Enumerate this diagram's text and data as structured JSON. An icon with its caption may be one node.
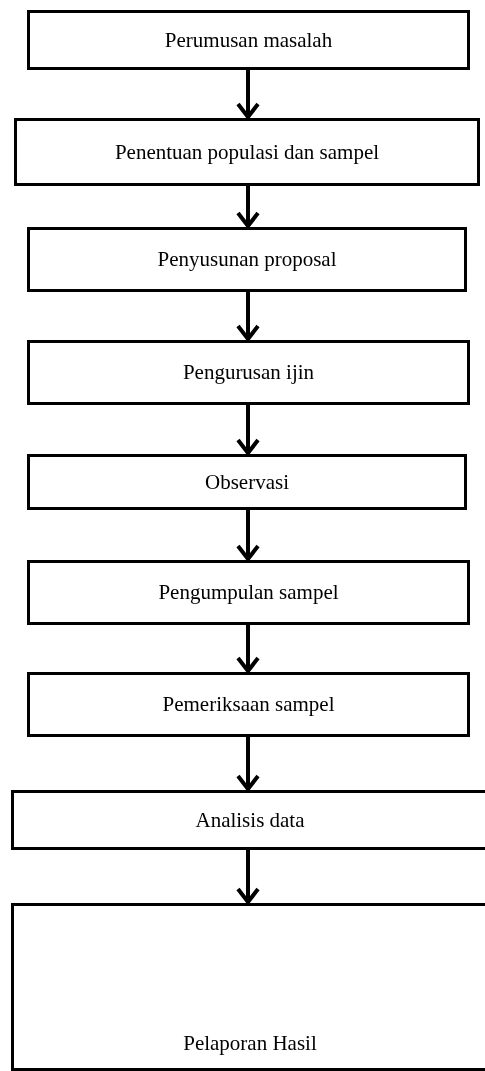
{
  "diagram": {
    "nodes": [
      {
        "text": [
          "Perumusan masalah"
        ]
      },
      {
        "text": [
          "Penentuan populasi dan sampel"
        ]
      },
      {
        "text": [
          "Penyusunan proposal"
        ]
      },
      {
        "text": [
          "Pengurusan ijin"
        ]
      },
      {
        "text": [
          "Observasi"
        ]
      },
      {
        "text": [
          "Pengumpulan sampel"
        ]
      },
      {
        "text": [
          "Pemeriksaan sampel"
        ]
      },
      {
        "text": [
          "Analisis data"
        ]
      },
      {
        "text": [
          "Pelaporan Hasil"
        ]
      }
    ],
    "edges": [
      {
        "from": 0,
        "to": 1,
        "arrow": "to"
      },
      {
        "from": 1,
        "to": 2,
        "arrow": "to"
      },
      {
        "from": 2,
        "to": 3,
        "arrow": "to"
      },
      {
        "from": 3,
        "to": 4,
        "arrow": "to"
      },
      {
        "from": 4,
        "to": 5,
        "arrow": "to"
      },
      {
        "from": 5,
        "to": 6,
        "arrow": "to"
      },
      {
        "from": 6,
        "to": 7,
        "arrow": "to"
      },
      {
        "from": 7,
        "to": 8,
        "arrow": "to"
      }
    ]
  }
}
